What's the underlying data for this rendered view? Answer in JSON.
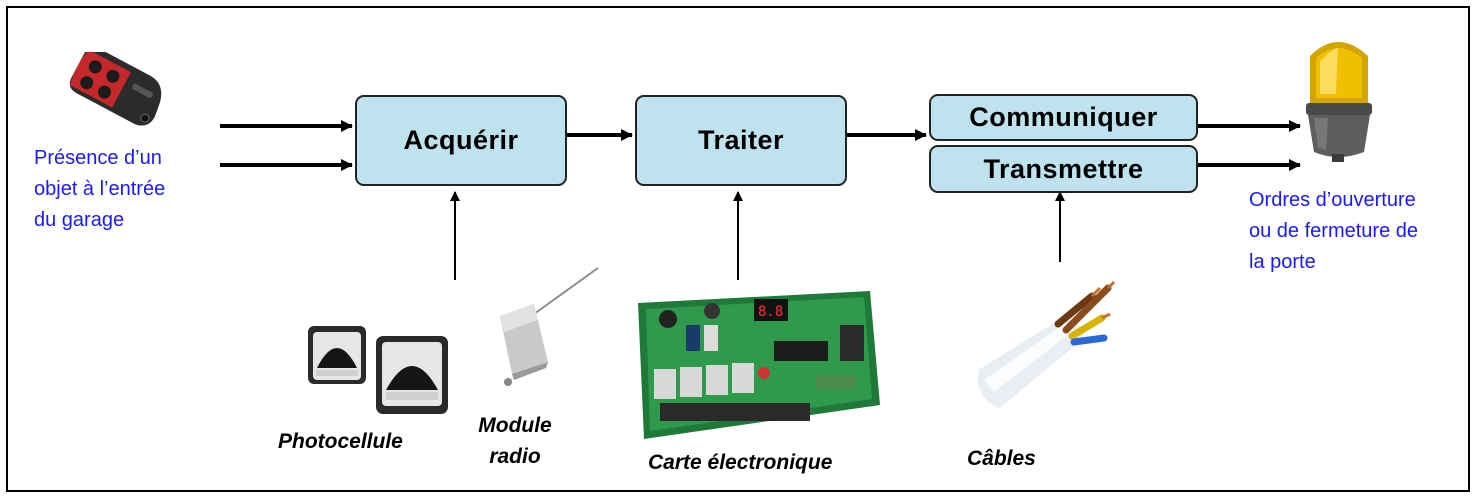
{
  "blocks": {
    "acquerir": "Acquérir",
    "traiter": "Traiter",
    "communiquer": "Communiquer",
    "transmettre": "Transmettre"
  },
  "input_text": {
    "line1": "Présence d’un",
    "line2": "objet à l’entrée",
    "line3": "du garage"
  },
  "output_text": {
    "line1": "Ordres d’ouverture",
    "line2": "ou de fermeture de",
    "line3": "la porte"
  },
  "components": {
    "photocellule": "Photocellule",
    "module_radio_1": "Module",
    "module_radio_2": "radio",
    "carte": "Carte électronique",
    "cables": "Câbles"
  },
  "icons": [
    "remote-control-icon",
    "photocell-icon",
    "radio-module-icon",
    "circuit-board-icon",
    "cable-icon",
    "warning-light-icon"
  ],
  "colors": {
    "block_fill": "#bfe3ee",
    "input_output_text": "#1a1aff"
  }
}
